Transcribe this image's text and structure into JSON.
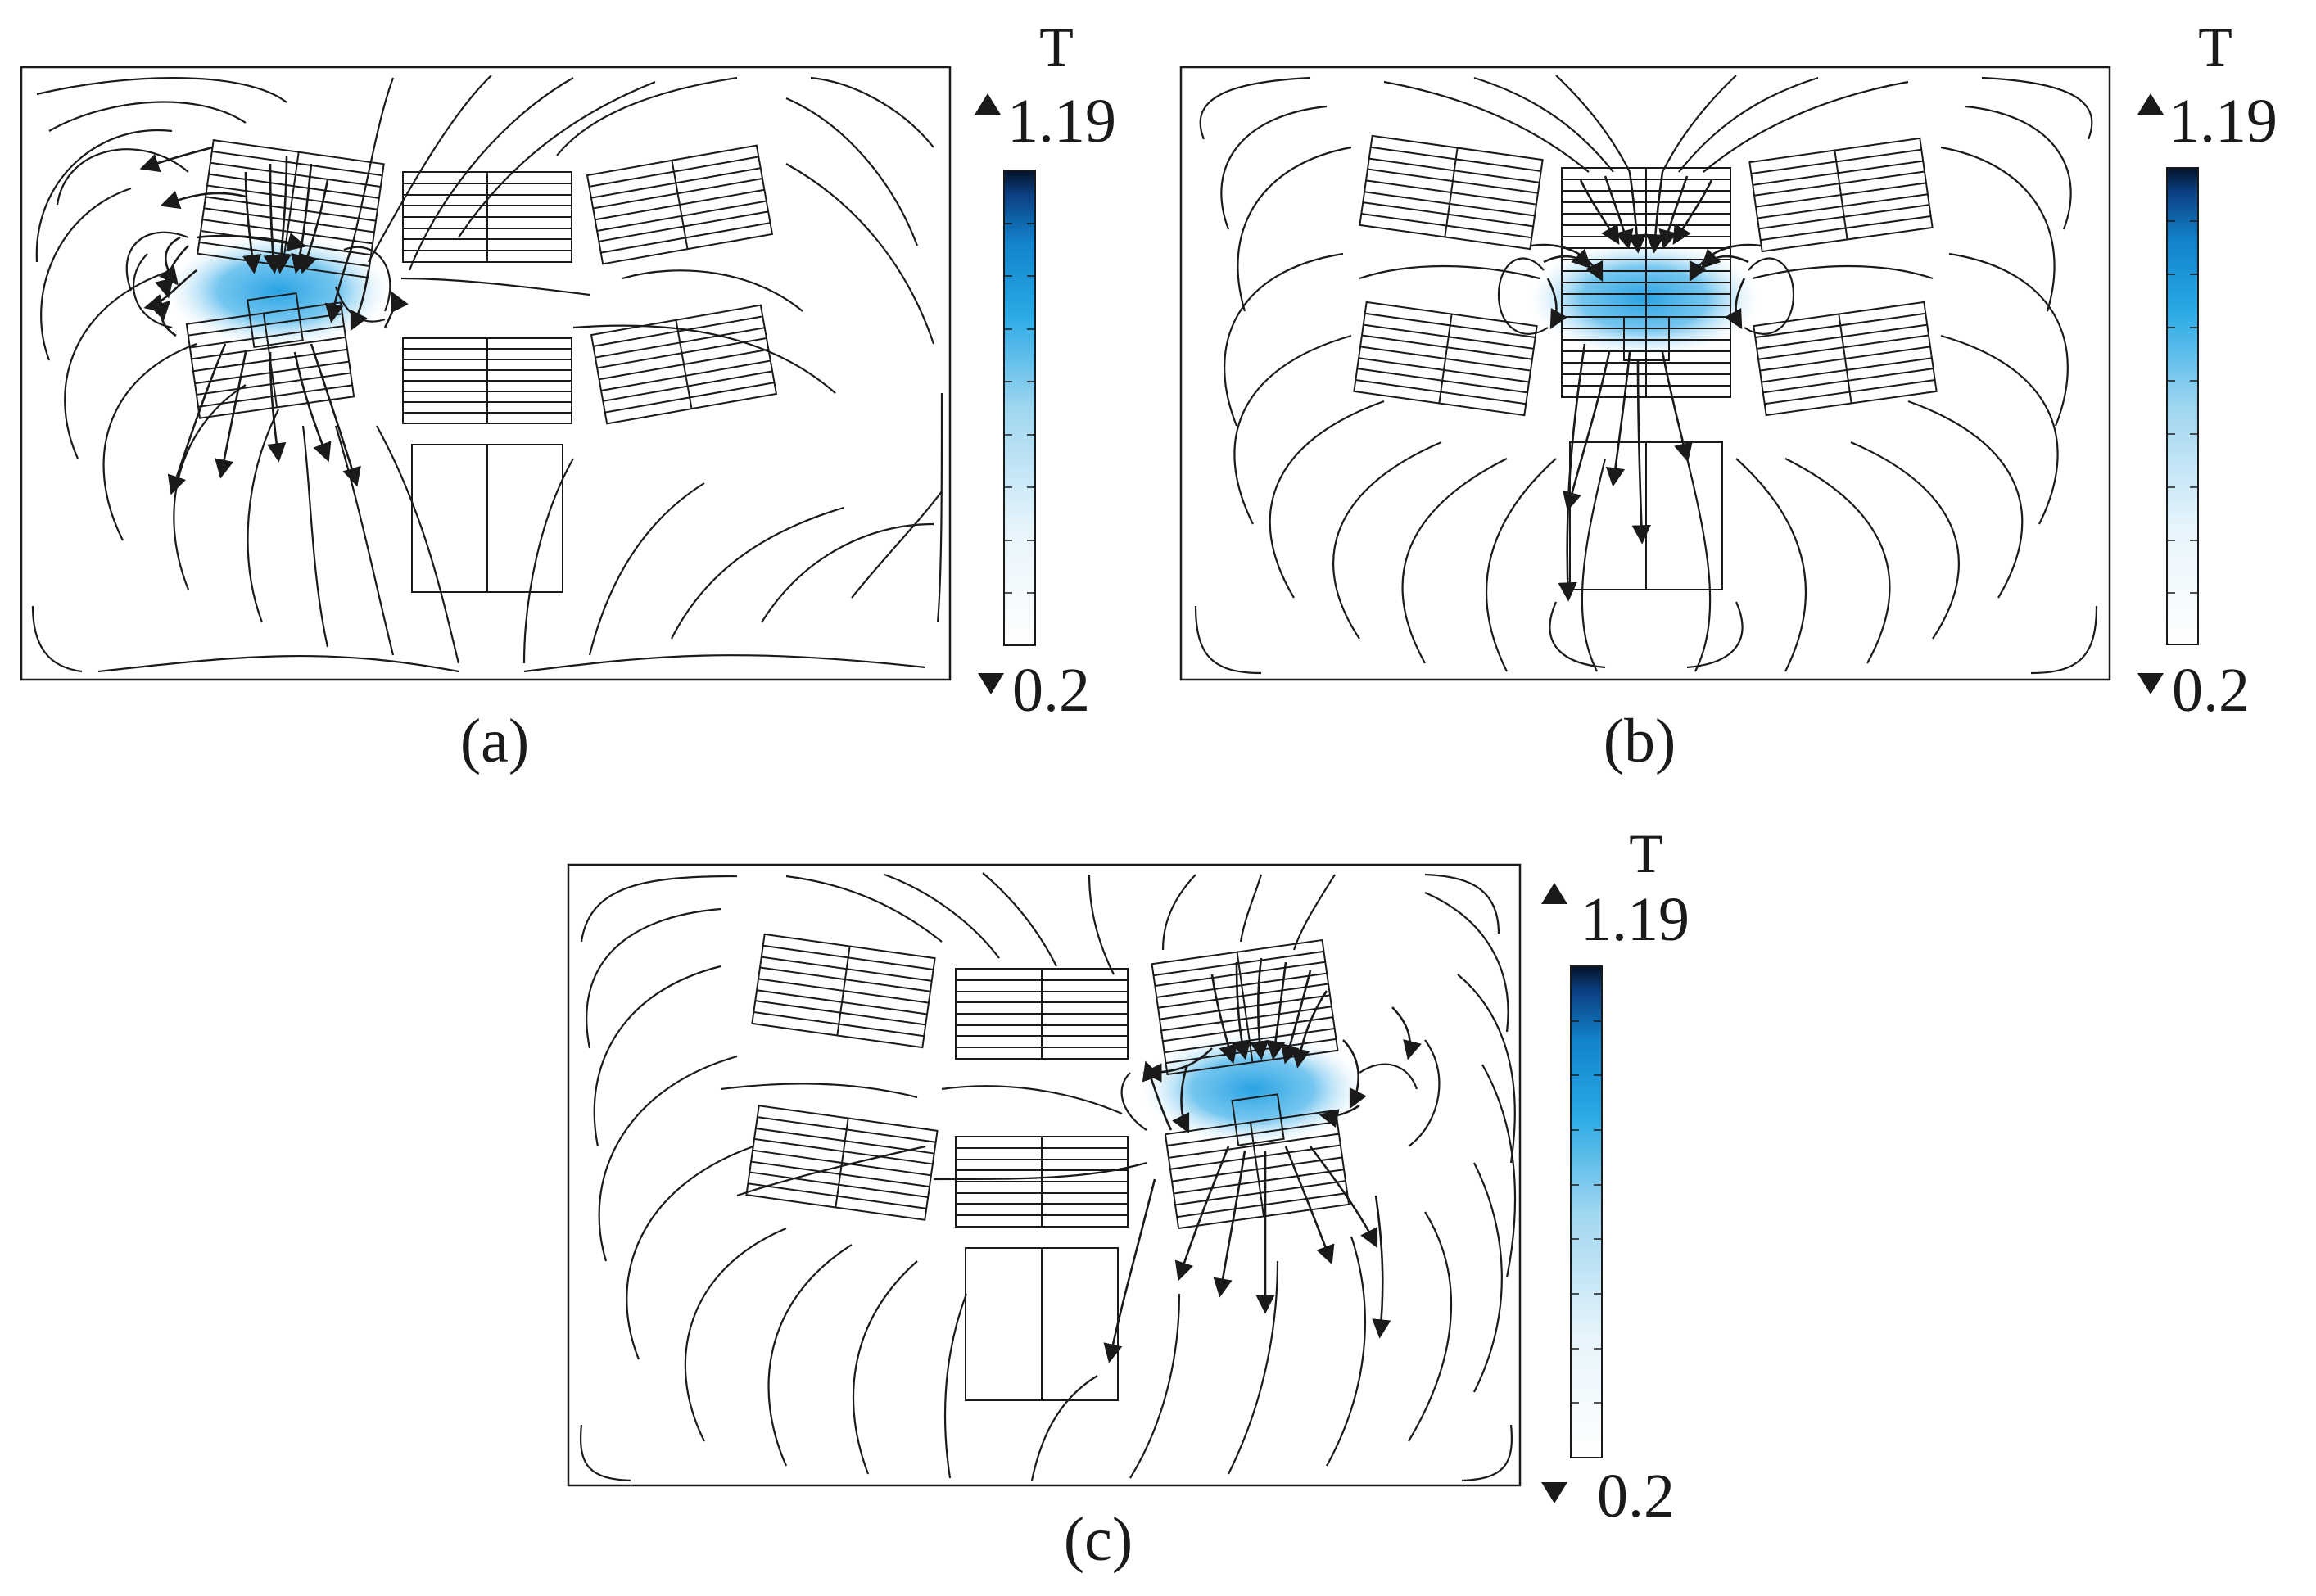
{
  "figure": {
    "colorbar": {
      "unit_label": "T",
      "max_label": "1.19",
      "min_label": "0.2",
      "max_value": 1.19,
      "min_value": 0.2,
      "colors": [
        "#ffffff",
        "#e6f4fb",
        "#9fd6f0",
        "#28a9e5",
        "#1282cc",
        "#0b3f80",
        "#041228"
      ]
    },
    "panels": [
      {
        "id": "a",
        "caption": "(a)",
        "hot_coil": "upper-left"
      },
      {
        "id": "b",
        "caption": "(b)",
        "hot_coil": "upper-center"
      },
      {
        "id": "c",
        "caption": "(c)",
        "hot_coil": "upper-right"
      }
    ],
    "colors": {
      "line": "#1a1a1a",
      "hot_blue": "#1e9ee2"
    }
  }
}
